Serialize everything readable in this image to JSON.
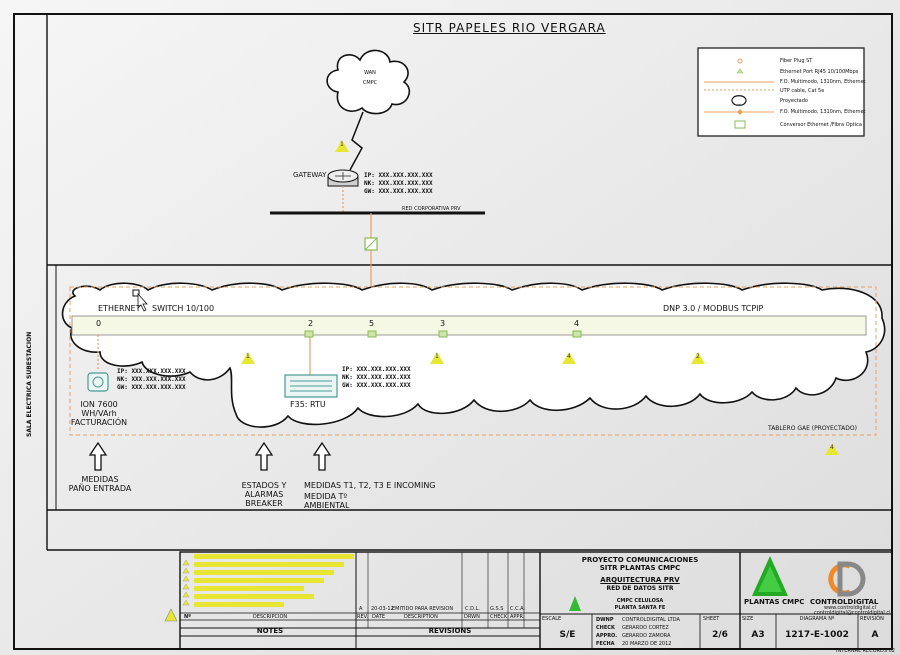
{
  "title": "SITR PAPELES RIO VERGARA",
  "wan": {
    "line1": "WAN",
    "line2": "CMPC"
  },
  "gateway": {
    "label": "GATEWAY",
    "ip": "IP: XXX.XXX.XXX.XXX",
    "nk": "NK: XXX.XXX.XXX.XXX",
    "gw": "GW: XXX.XXX.XXX.XXX"
  },
  "red_corporativa": "RED CORPORATIVA PRV",
  "side_label": "SALA ELECTRICA SUBESTACION",
  "switch": {
    "ethernet": "ETHERNET",
    "switch": "SWITCH 10/100",
    "protocol": "DNP 3.0 / MODBUS TCPIP",
    "ports": [
      "0",
      "2",
      "5",
      "3",
      "4"
    ]
  },
  "ion": {
    "name": "ION 7600",
    "line2": "WH/VArh",
    "line3": "FACTURACIÓN",
    "ip": "IP: XXX.XXX.XXX.XXX",
    "nk": "NK: XXX.XXX.XXX.XXX",
    "gw": "GW: XXX.XXX.XXX.XXX"
  },
  "rtu": {
    "name": "F35: RTU",
    "ip": "IP: XXX.XXX.XXX.XXX",
    "nk": "NK: XXX.XXX.XXX.XXX",
    "gw": "GW: XXX.XXX.XXX.XXX"
  },
  "tablero": "TABLERO GAE (PROYECTADO)",
  "medidas": [
    {
      "l1": "MEDIDAS",
      "l2": "PAÑO ENTRADA"
    },
    {
      "l1": "ESTADOS Y",
      "l2": "ALARMAS",
      "l3": "BREAKER"
    },
    {
      "l1": "MEDIDAS T1, T2, T3 E INCOMING",
      "l2": "MEDIDA Tº",
      "l3": "AMBIENTAL"
    }
  ],
  "legend": [
    "Fiber Plug ST",
    "Ethernet Port RJ45 10/100Mbps",
    "F.O. Multimodo, 1310nm, Ethernet",
    "UTP cable, Cat 5e",
    "Proyectado",
    "F.O. Multimodo, 1310nm, Ethernet",
    "Conversor Ethernet /Fibra Optica"
  ],
  "warning_marks": [
    "1",
    "1",
    "1",
    "4",
    "2",
    "4",
    "1"
  ],
  "titleblock": {
    "notes": "NOTES",
    "revisions": "REVISIONS",
    "rev_headers": [
      "Nº",
      "DESCRIPCION",
      "REV.",
      "DATE",
      "DESCRIPTION",
      "DRWN",
      "CHECK",
      "APPR."
    ],
    "rev_row": [
      "A",
      "20-03-12",
      "EMITIDO PARA REVISION",
      "C.D.L.",
      "G.S.S",
      "C.C.A."
    ],
    "descripcion": "DESCRIPCION",
    "project": [
      "PROYECTO COMUNICACIONES",
      "SITR PLANTAS CMPC",
      "ARQUITECTURA PRV",
      "RED DE DATOS SITR"
    ],
    "client": [
      "CMPC CELULOSA",
      "PLANTA SANTA FE"
    ],
    "scale_lbl": "ESCALE",
    "scale": "S/E",
    "staff": [
      {
        "role": "DWNP",
        "name": "CONTROLDIGITAL LTDA"
      },
      {
        "role": "CHECK",
        "name": "GERARDO CORTEZ"
      },
      {
        "role": "APPRO.",
        "name": "GERARDO ZAMORA"
      },
      {
        "role": "FECHA",
        "name": "20 MARZO DE 2012"
      }
    ],
    "sheet_lbl": "SHEET",
    "sheet": "2/6",
    "size_lbl": "SIZE",
    "size": "A3",
    "diagram_lbl": "DIAGRAMA Nº",
    "diagram": "1217-E-1002",
    "rev_lbl": "REVISIÓN",
    "rev": "A",
    "logo_left": "PLANTAS CMPC",
    "logo_right": "CONTROLDIGITAL",
    "web": "www.controldigital.cl",
    "email": "controldigital@controldigital.cl",
    "footer": "INTERNAL RECORDS 02"
  },
  "colors": {
    "line": "#111111",
    "orange": "#e8a060",
    "green": "#88bb55",
    "yellow": "#e6e633",
    "bus": "#f4f8e4"
  }
}
